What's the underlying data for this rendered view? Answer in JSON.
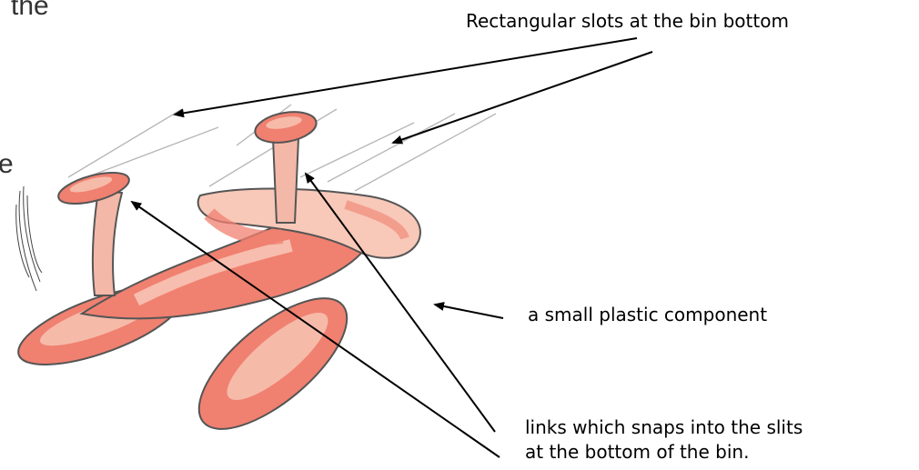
{
  "labels": {
    "slots": "Rectangular slots at the bin bottom",
    "component": "a small plastic component",
    "links_line1": "links which snaps into the slits",
    "links_line2": "at the bottom of the bin."
  },
  "edge_fragments": {
    "top": "the",
    "side": "e"
  },
  "colors": {
    "sketch_fill": "#f08070",
    "sketch_light": "#f8c8b8",
    "sketch_line": "#555555",
    "arrow": "#000000"
  }
}
